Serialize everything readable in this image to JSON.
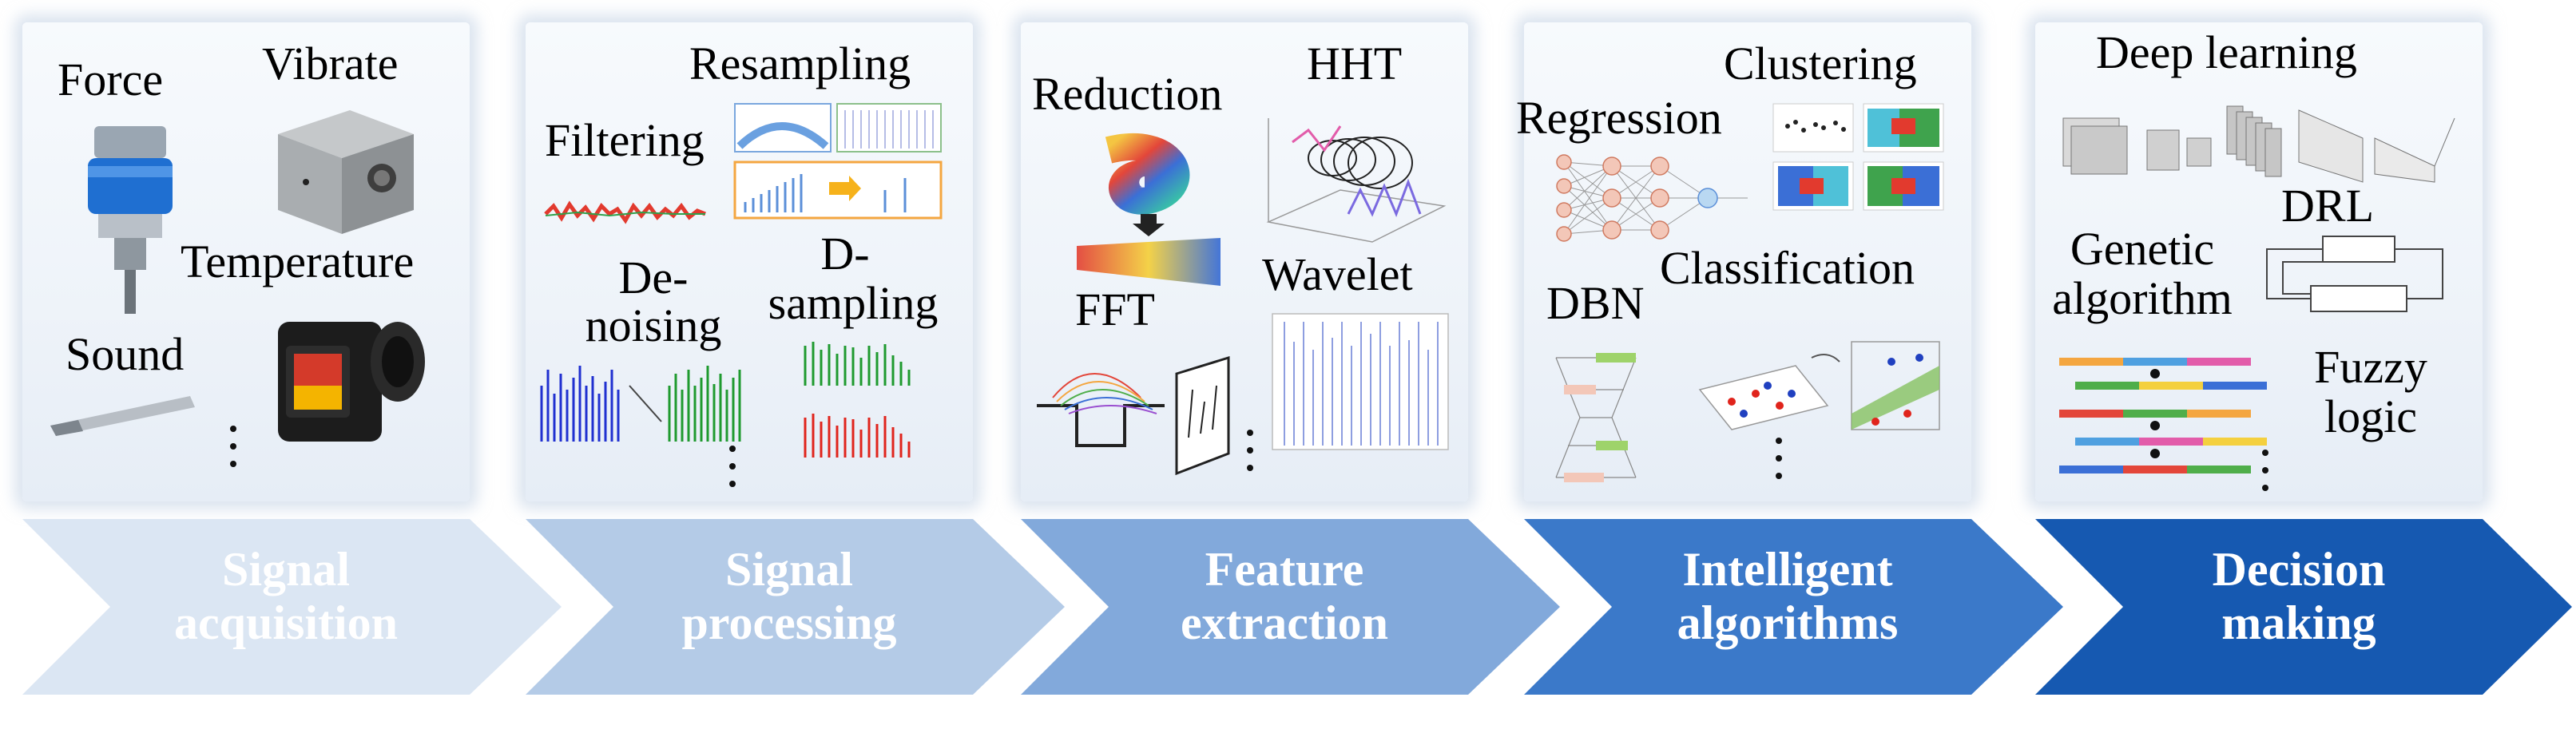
{
  "stages": [
    {
      "line1": "Signal",
      "line2": "acquisition",
      "color": "#dbe6f3"
    },
    {
      "line1": "Signal",
      "line2": "processing",
      "color": "#b4cbe7"
    },
    {
      "line1": "Feature",
      "line2": "extraction",
      "color": "#82a9db"
    },
    {
      "line1": "Intelligent",
      "line2": "algorithms",
      "color": "#3b79c9"
    },
    {
      "line1": "Decision",
      "line2": "making",
      "color": "#1659b1"
    }
  ],
  "panels": {
    "acquisition": {
      "force": "Force",
      "vibrate": "Vibrate",
      "temperature": "Temperature",
      "sound": "Sound"
    },
    "processing": {
      "resampling": "Resampling",
      "filtering": "Filtering",
      "denoising_1": "De-",
      "denoising_2": "noising",
      "dsampling_1": "D-",
      "dsampling_2": "sampling"
    },
    "extraction": {
      "reduction": "Reduction",
      "hht": "HHT",
      "fft": "FFT",
      "wavelet": "Wavelet"
    },
    "algorithms": {
      "clustering": "Clustering",
      "regression": "Regression",
      "dbn": "DBN",
      "classification": "Classification"
    },
    "decision": {
      "deep_learning": "Deep learning",
      "drl": "DRL",
      "genetic_1": "Genetic",
      "genetic_2": "algorithm",
      "fuzzy_1": "Fuzzy",
      "fuzzy_2": "logic"
    }
  }
}
